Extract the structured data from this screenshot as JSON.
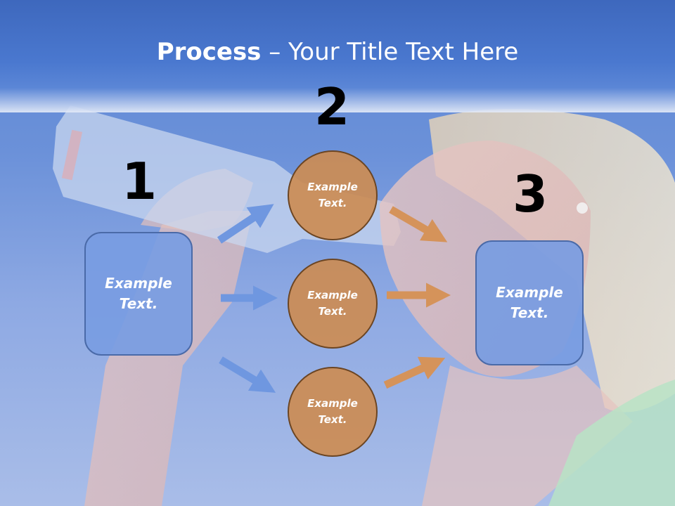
{
  "title": {
    "bold": "Process",
    "rest": " – Your Title Text Here"
  },
  "steps": {
    "one": "1",
    "two": "2",
    "three": "3"
  },
  "box_left": "Example Text.",
  "box_right": "Example Text.",
  "circles": [
    "Example Text.",
    "Example Text.",
    "Example Text."
  ],
  "colors": {
    "blue_arrow": "#6f97e0",
    "orange_arrow": "#d5935a",
    "box_fill": "#789ce2",
    "circle_fill": "#cc8c54"
  }
}
